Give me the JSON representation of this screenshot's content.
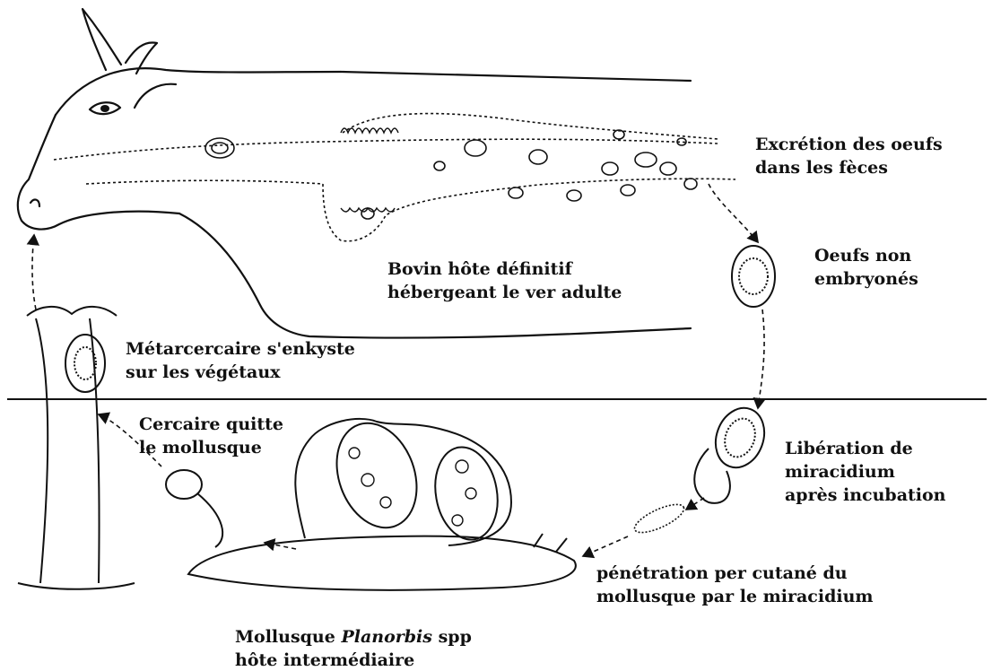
{
  "diagram": {
    "colors": {
      "ink": "#111111",
      "background": "#ffffff"
    },
    "labels": {
      "excretion": {
        "line1": "Excrétion des oeufs",
        "line2": "dans les fèces"
      },
      "eggs": {
        "line1": "Oeufs non",
        "line2": "embryonés"
      },
      "bovine_host": {
        "line1": "Bovin hôte définitif",
        "line2": "hébergeant le ver adulte"
      },
      "metacercaria": {
        "line1": "Métarcercaire s'enkyste",
        "line2": "sur les végétaux"
      },
      "cercaria": {
        "line1": "Cercaire quitte",
        "line2": "le mollusque"
      },
      "miracidium_release": {
        "line1": "Libération de",
        "line2": "miracidium",
        "line3": "après incubation"
      },
      "penetration": {
        "line1": "pénétration per cutané du",
        "line2": "mollusque par le miracidium"
      },
      "mollusc_host": {
        "prefix": "Mollusque ",
        "genus": "Planorbis",
        "suffix": " spp",
        "line2": "hôte intermédiaire"
      }
    }
  }
}
